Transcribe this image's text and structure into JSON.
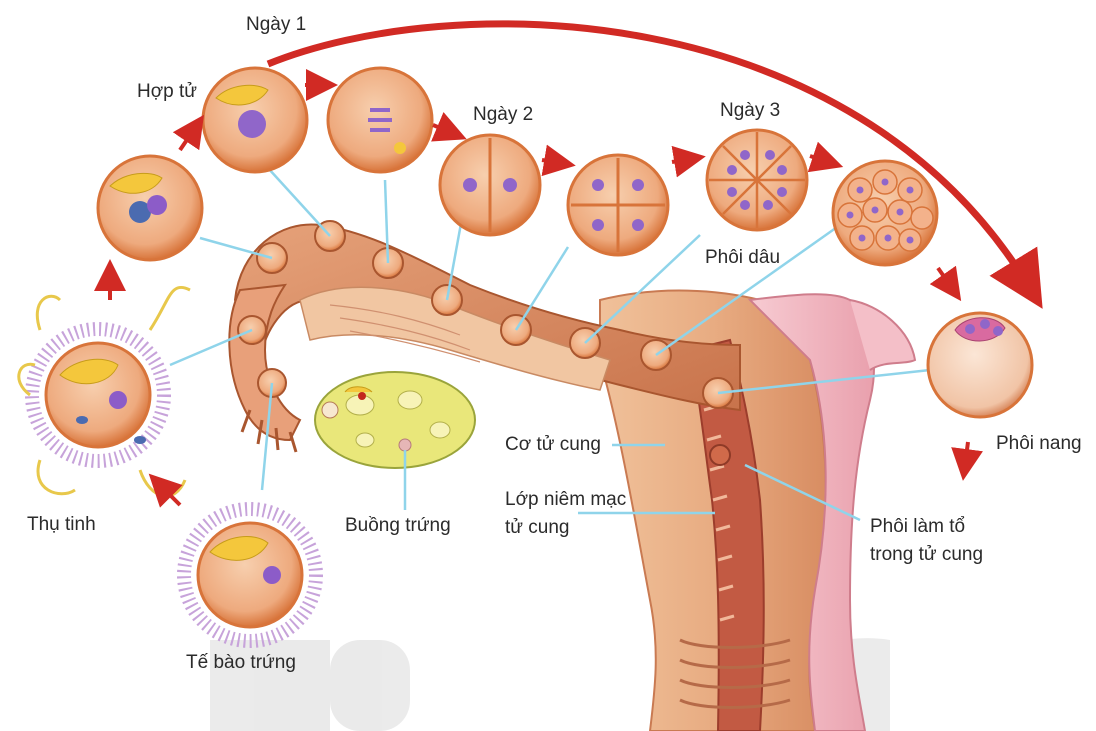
{
  "labels": {
    "day1": "Ngày 1",
    "zygote": "Hợp tử",
    "day2": "Ngày 2",
    "day3": "Ngày 3",
    "morula": "Phôi dâu",
    "blastocyst": "Phôi nang",
    "fertilization": "Thụ tinh",
    "egg_cell": "Tế bào trứng",
    "ovary": "Buồng trứng",
    "uterine_muscle": "Cơ tử cung",
    "endometrium_line1": "Lớp niêm mạc",
    "endometrium_line2": "tử cung",
    "implantation_line1": "Phôi làm tổ",
    "implantation_line2": "trong tử cung"
  },
  "colors": {
    "arrow": "#d12a24",
    "leader": "#8fd4ea",
    "cell_fill": "#f0b88c",
    "cell_rim": "#d8743a",
    "nucleus": "#8c5cc8",
    "tissue": "#e7a57c",
    "uterus_pink": "#f2b9c3",
    "ovary_yellow": "#e9e77a",
    "background": "#ffffff"
  }
}
